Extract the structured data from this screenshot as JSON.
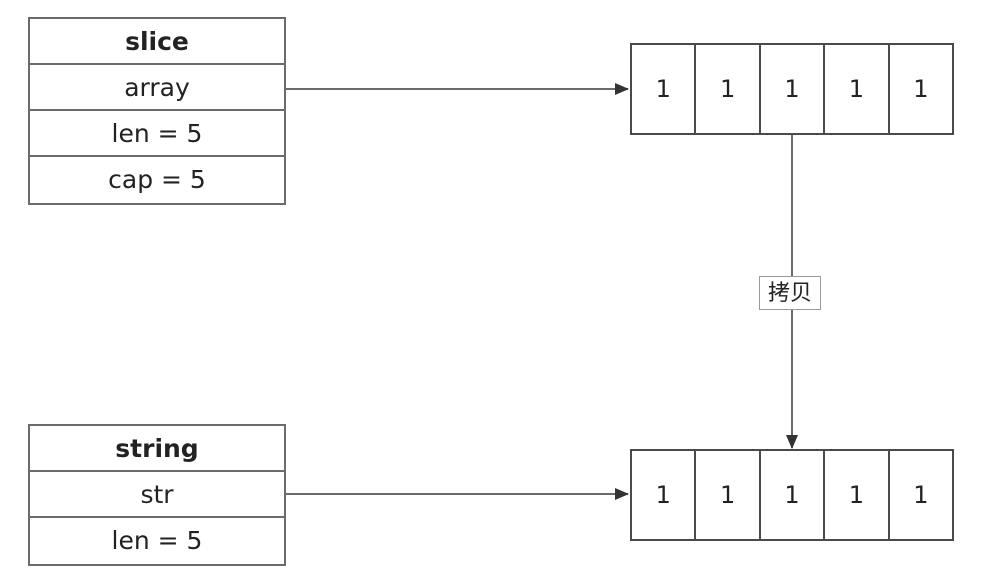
{
  "slice": {
    "header": "slice",
    "fields": [
      "array",
      "len = 5",
      "cap = 5"
    ]
  },
  "string": {
    "header": "string",
    "fields": [
      "str",
      "len = 5"
    ]
  },
  "top_array": {
    "cells": [
      "1",
      "1",
      "1",
      "1",
      "1"
    ]
  },
  "bottom_array": {
    "cells": [
      "1",
      "1",
      "1",
      "1",
      "1"
    ]
  },
  "copy_edge": {
    "label": "拷贝"
  },
  "colors": {
    "line": "#6b6b6b",
    "arrowhead": "#333333",
    "border": "#4a4a4a"
  }
}
